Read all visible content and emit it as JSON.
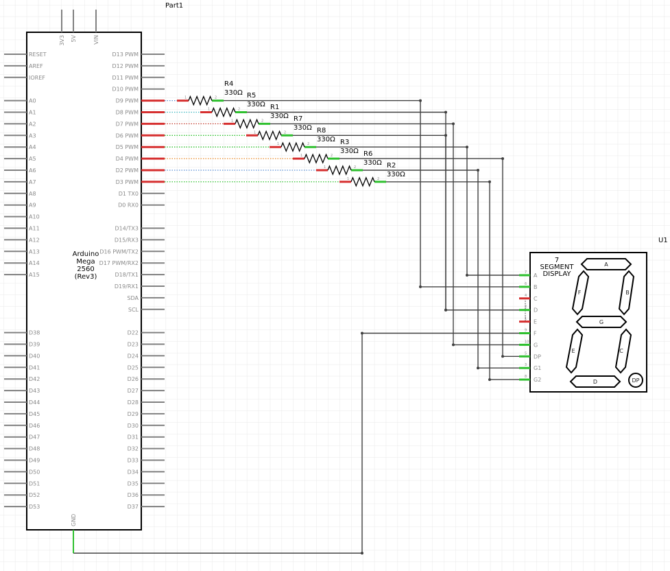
{
  "board": {
    "part_label": "Part1",
    "name_lines": [
      "Arduino",
      "Mega",
      "2560",
      "(Rev3)"
    ],
    "top_pins": [
      "3V3",
      "5V",
      "VIN"
    ],
    "bottom_pin": "GND",
    "left_pins": [
      "RESET",
      "AREF",
      "IOREF",
      "",
      "A0",
      "A1",
      "A2",
      "A3",
      "A4",
      "A5",
      "A6",
      "A7",
      "A8",
      "A9",
      "A10",
      "A11",
      "A12",
      "A13",
      "A14",
      "A15",
      "",
      "",
      "",
      "",
      "D38",
      "D39",
      "D40",
      "D41",
      "D42",
      "D43",
      "D44",
      "D45",
      "D46",
      "D47",
      "D48",
      "D49",
      "D50",
      "D51",
      "D52",
      "D53"
    ],
    "right_pins": [
      "D13 PWM",
      "D12 PWM",
      "D11 PWM",
      "D10 PWM",
      "D9 PWM",
      "D8 PWM",
      "D7 PWM",
      "D6 PWM",
      "D5 PWM",
      "D4 PWM",
      "D2 PWM",
      "D3 PWM",
      "D1 TX0",
      "D0 RX0",
      "",
      "D14/TX3",
      "D15/RX3",
      "D16 PWM/TX2",
      "D17 PWM/RX2",
      "D18/TX1",
      "D19/RX1",
      "SDA",
      "SCL",
      "",
      "D22",
      "D23",
      "D24",
      "D25",
      "D26",
      "D27",
      "D28",
      "D29",
      "D30",
      "D31",
      "D32",
      "D33",
      "D34",
      "D35",
      "D36",
      "D37"
    ]
  },
  "resistors": [
    {
      "name": "R4",
      "value": "330Ω"
    },
    {
      "name": "R5",
      "value": "330Ω"
    },
    {
      "name": "R1",
      "value": "330Ω"
    },
    {
      "name": "R7",
      "value": "330Ω"
    },
    {
      "name": "R8",
      "value": "330Ω"
    },
    {
      "name": "R3",
      "value": "330Ω"
    },
    {
      "name": "R6",
      "value": "330Ω"
    },
    {
      "name": "R2",
      "value": "330Ω"
    }
  ],
  "resistor_pin_numbers": [
    "1",
    "2"
  ],
  "display": {
    "ref": "U1",
    "title_lines": [
      "7",
      "SEGMENT",
      "DISPLAY"
    ],
    "pins": [
      {
        "label": "A",
        "num": "7"
      },
      {
        "label": "B",
        "num": "6"
      },
      {
        "label": "C",
        "num": "4"
      },
      {
        "label": "D",
        "num": "2"
      },
      {
        "label": "E",
        "num": "1"
      },
      {
        "label": "F",
        "num": "9"
      },
      {
        "label": "G",
        "num": "10"
      },
      {
        "label": "DP",
        "num": "5"
      },
      {
        "label": "G1",
        "num": "3"
      },
      {
        "label": "G2",
        "num": "8"
      }
    ],
    "segments": [
      "A",
      "B",
      "C",
      "D",
      "E",
      "F",
      "G",
      "DP"
    ]
  },
  "colors": {
    "wire": "#404040",
    "pin_connected": "#d62f2f",
    "pin_active": "#2ec02e",
    "pin_idle": "#808080",
    "grid": "#e6e6e6",
    "outline": "#000000"
  }
}
